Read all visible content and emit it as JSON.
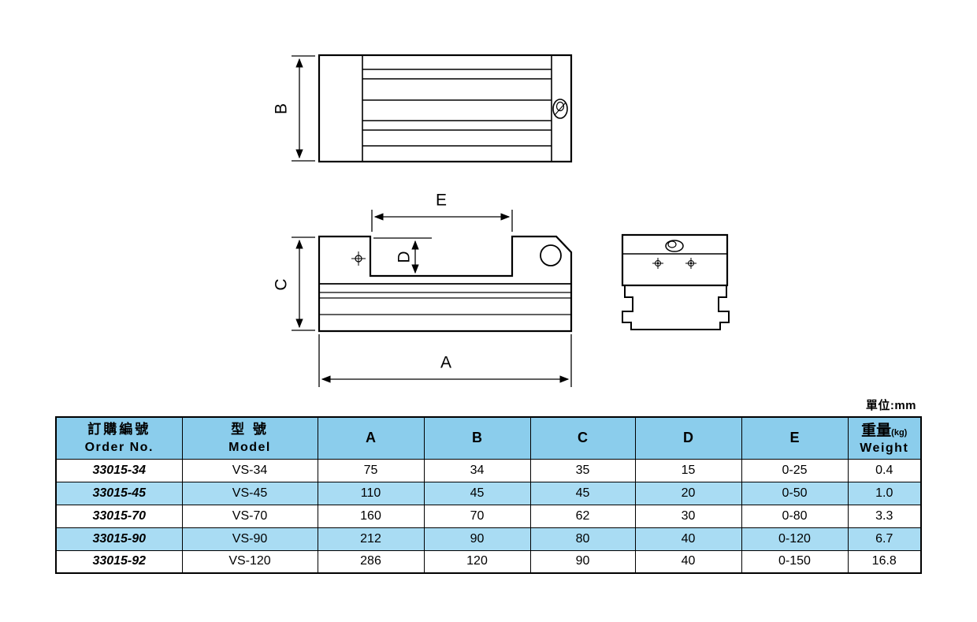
{
  "unit_label": "單位:mm",
  "drawing": {
    "dim_labels": {
      "a": "A",
      "b": "B",
      "c": "C",
      "d": "D",
      "e": "E"
    }
  },
  "table": {
    "headers": {
      "order_zh": "訂購編號",
      "order_en": "Order No.",
      "model_zh": "型 號",
      "model_en": "Model",
      "dims": [
        "A",
        "B",
        "C",
        "D",
        "E"
      ],
      "weight_zh": "重量",
      "weight_unit": "(kg)",
      "weight_en": "Weight"
    },
    "rows": [
      {
        "order": "33015-34",
        "model": "VS-34",
        "a": "75",
        "b": "34",
        "c": "35",
        "d": "15",
        "e": "0-25",
        "weight": "0.4"
      },
      {
        "order": "33015-45",
        "model": "VS-45",
        "a": "110",
        "b": "45",
        "c": "45",
        "d": "20",
        "e": "0-50",
        "weight": "1.0"
      },
      {
        "order": "33015-70",
        "model": "VS-70",
        "a": "160",
        "b": "70",
        "c": "62",
        "d": "30",
        "e": "0-80",
        "weight": "3.3"
      },
      {
        "order": "33015-90",
        "model": "VS-90",
        "a": "212",
        "b": "90",
        "c": "80",
        "d": "40",
        "e": "0-120",
        "weight": "6.7"
      },
      {
        "order": "33015-92",
        "model": "VS-120",
        "a": "286",
        "b": "120",
        "c": "90",
        "d": "40",
        "e": "0-150",
        "weight": "16.8"
      }
    ]
  },
  "colors": {
    "header_bg": "#8bcdec",
    "alt_row_bg": "#a9dcf3",
    "line": "#000000",
    "background": "#ffffff"
  }
}
